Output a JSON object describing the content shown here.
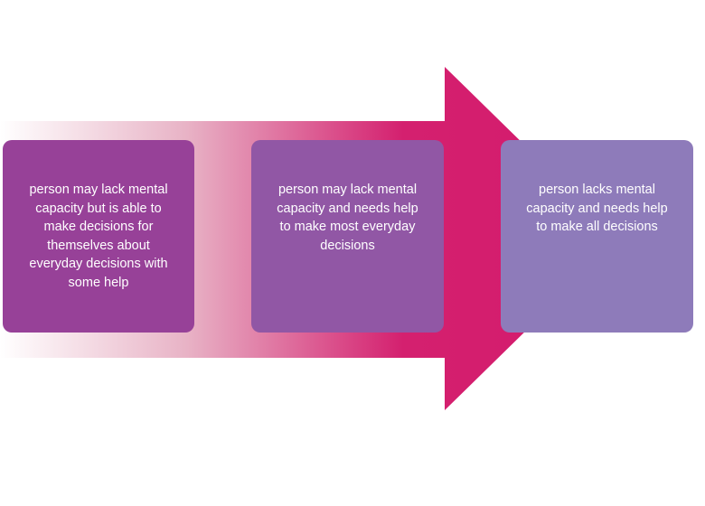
{
  "stages": [
    {
      "text": "person may lack mental capacity but is able to make decisions for themselves about everyday decisions with some help",
      "color": "#974198"
    },
    {
      "text": "person may lack mental capacity and needs help to make most everyday decisions",
      "color": "#9157a5"
    },
    {
      "text": "person lacks mental capacity and needs help to make all decisions",
      "color": "#8e7bba"
    }
  ],
  "arrow": {
    "gradient_start": "#ffffff",
    "gradient_end": "#d4206f"
  }
}
